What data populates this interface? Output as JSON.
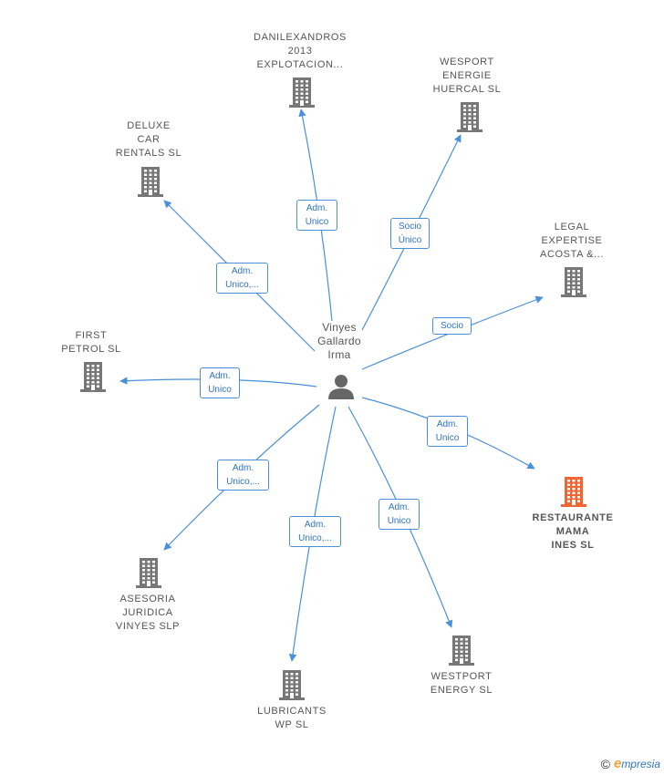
{
  "center": {
    "label": "Vinyes\nGallardo\nIrma"
  },
  "companies": [
    {
      "id": "danilexandros",
      "label": "DANILEXANDROS\n2013\nEXPLOTACION..."
    },
    {
      "id": "wesport-energie",
      "label": "WESPORT\nENERGIE\nHUERCAL SL"
    },
    {
      "id": "deluxe-car",
      "label": "DELUXE\nCAR\nRENTALS SL"
    },
    {
      "id": "legal-expertise",
      "label": "LEGAL\nEXPERTISE\nACOSTA &..."
    },
    {
      "id": "first-petrol",
      "label": "FIRST\nPETROL SL"
    },
    {
      "id": "restaurante-mama",
      "label": "RESTAURANTE\nMAMA\nINES SL",
      "highlight": true
    },
    {
      "id": "asesoria",
      "label": "ASESORIA\nJURIDICA\nVINYES SLP"
    },
    {
      "id": "westport",
      "label": "WESTPORT\nENERGY SL"
    },
    {
      "id": "lubricants",
      "label": "LUBRICANTS\nWP SL"
    }
  ],
  "edges": [
    {
      "to": "danilexandros",
      "label": "Adm.\nUnico"
    },
    {
      "to": "wesport-energie",
      "label": "Socio\nÚnico"
    },
    {
      "to": "deluxe-car",
      "label": "Adm.\nUnico,..."
    },
    {
      "to": "legal-expertise",
      "label": "Socio"
    },
    {
      "to": "first-petrol",
      "label": "Adm.\nUnico"
    },
    {
      "to": "restaurante-mama",
      "label": "Adm.\nUnico"
    },
    {
      "to": "asesoria",
      "label": "Adm.\nUnico,..."
    },
    {
      "to": "westport",
      "label": "Adm.\nUnico"
    },
    {
      "to": "lubricants",
      "label": "Adm.\nUnico,..."
    }
  ],
  "colors": {
    "edge": "#4a90d9",
    "building": "#777777",
    "building_highlight": "#f26432",
    "person": "#666666"
  },
  "footer": {
    "copyright": "©",
    "brand_initial": "e",
    "brand_rest": "mpresia"
  }
}
